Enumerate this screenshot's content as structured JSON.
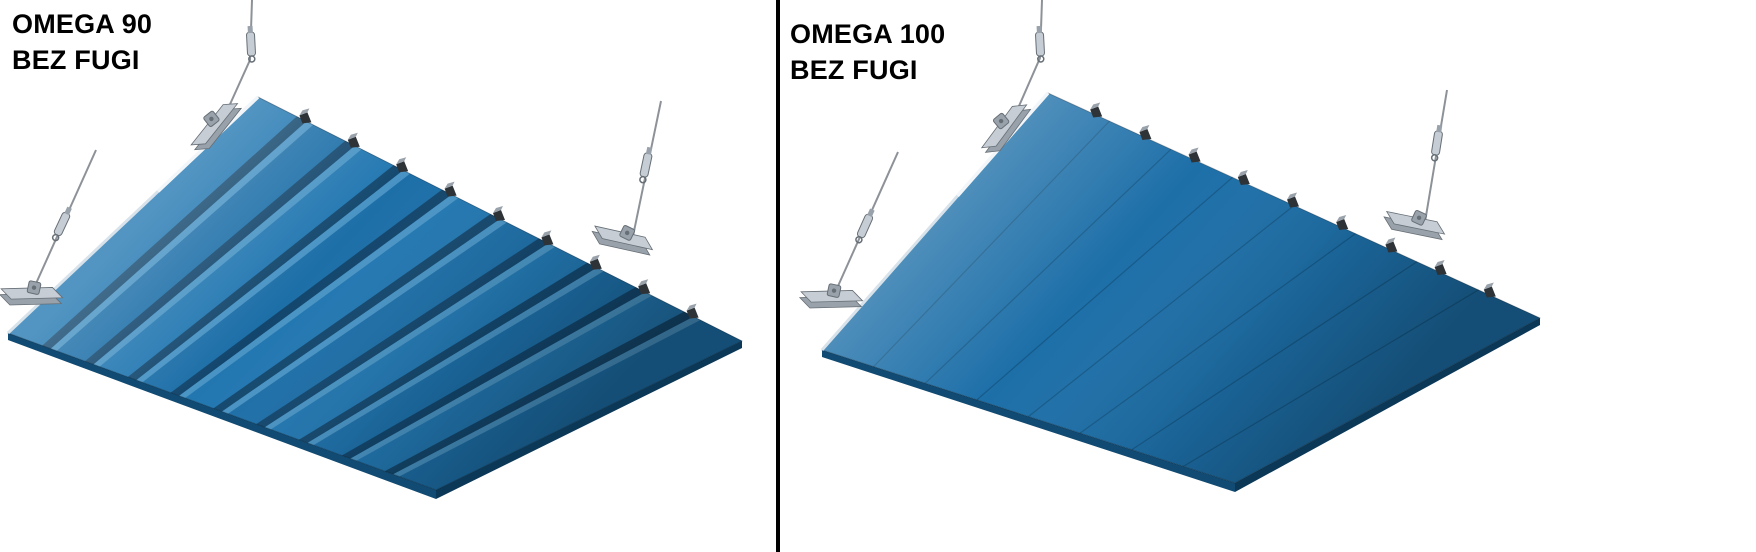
{
  "figure": {
    "background_color": "#ffffff",
    "divider_color": "#000000",
    "text_color": "#000000"
  },
  "panels": [
    {
      "id": "omega-90",
      "title_line1": "OMEGA 90",
      "title_line2": "BEZ FUGI",
      "surface": "ridged",
      "plank_count": 10,
      "clip_count": 9,
      "hanger_count": 3
    },
    {
      "id": "omega-100",
      "title_line1": "OMEGA 100",
      "title_line2": "BEZ FUGI",
      "surface": "smooth",
      "seam_count": 7,
      "clip_count": 9,
      "hanger_count": 3
    }
  ],
  "colors": {
    "panel_blue": "#1d6fa8",
    "panel_blue_light": "#2277b1",
    "ridge_highlight": "#4e97c7",
    "ridge_shadow": "#123f63",
    "edge_dark": "#114a72",
    "edge_darker": "#0c3858",
    "edge_highlight": "#d8e2ea",
    "edge_highlight_bright": "#f2f6f9",
    "metal_light": "#c6cdd4",
    "metal_mid": "#99a2aa",
    "metal_dark": "#666e76",
    "clip_dark": "#2e3338",
    "cable": "#8d9298"
  }
}
